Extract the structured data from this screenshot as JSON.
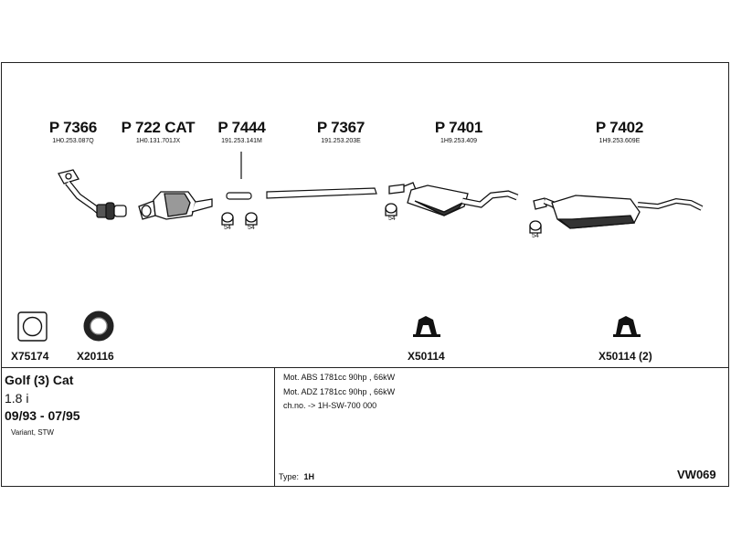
{
  "parts": [
    {
      "code": "P 7366",
      "oem": "1H0.253.087Q"
    },
    {
      "code": "P 722 CAT",
      "oem": "1H0.131.701JX"
    },
    {
      "code": "P 7444",
      "oem": "191.253.141M"
    },
    {
      "code": "P 7367",
      "oem": "191.253.203E"
    },
    {
      "code": "P 7401",
      "oem": "1H9.253.409"
    },
    {
      "code": "P 7402",
      "oem": "1H9.253.609E"
    }
  ],
  "clamps": [
    "54",
    "54",
    "54",
    "54"
  ],
  "accessories": [
    "X75174",
    "X20116",
    "X50114",
    "X50114 (2)"
  ],
  "vehicle": {
    "model": "Golf (3) Cat",
    "engine": "1.8 i",
    "years": "09/93 - 07/95",
    "variant": "Variant, STW"
  },
  "specs": {
    "line1": "Mot. ABS 1781cc 90hp , 66kW",
    "line2": "Mot. ADZ 1781cc 90hp , 66kW",
    "line3": "ch.no. -> 1H-SW-700 000",
    "type_label": "Type:",
    "type_value": "1H"
  },
  "diagram_code": "VW069"
}
